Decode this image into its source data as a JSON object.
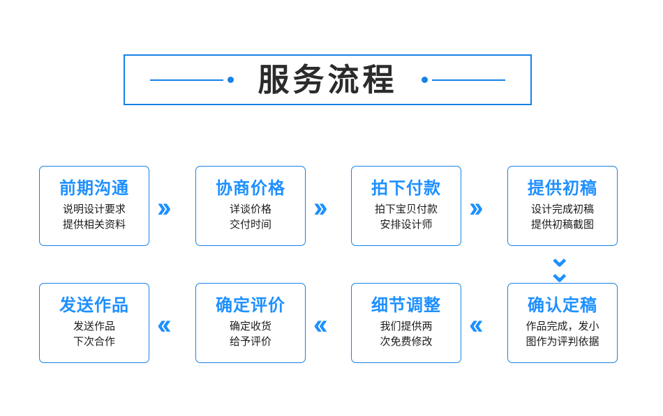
{
  "title": {
    "text": "服务流程"
  },
  "flow": {
    "steps": [
      {
        "name": "step-1",
        "title": "前期沟通",
        "lines": [
          "说明设计要求",
          "提供相关资料"
        ]
      },
      {
        "name": "step-2",
        "title": "协商价格",
        "lines": [
          "详谈价格",
          "交付时间"
        ]
      },
      {
        "name": "step-3",
        "title": "拍下付款",
        "lines": [
          "拍下宝贝付款",
          "安排设计师"
        ]
      },
      {
        "name": "step-4",
        "title": "提供初稿",
        "lines": [
          "设计完成初稿",
          "提供初稿截图"
        ]
      },
      {
        "name": "step-5",
        "title": "确认定稿",
        "lines": [
          "作品完成，发小",
          "图作为评判依据"
        ]
      },
      {
        "name": "step-6",
        "title": "细节调整",
        "lines": [
          "我们提供两",
          "次免费修改"
        ]
      },
      {
        "name": "step-7",
        "title": "确定评价",
        "lines": [
          "确定收货",
          "给予评价"
        ]
      },
      {
        "name": "step-8",
        "title": "发送作品",
        "lines": [
          "发送作品",
          "下次合作"
        ]
      }
    ],
    "arrows": {
      "right": "››",
      "left": "‹‹",
      "down_top": "⌄",
      "down_bottom": "⌄"
    }
  },
  "colors": {
    "accent": "#1681e8",
    "card_title": "#1e90ff",
    "body_text": "#1a1a1a",
    "title_text": "#2b2b2b",
    "background": "#ffffff"
  }
}
